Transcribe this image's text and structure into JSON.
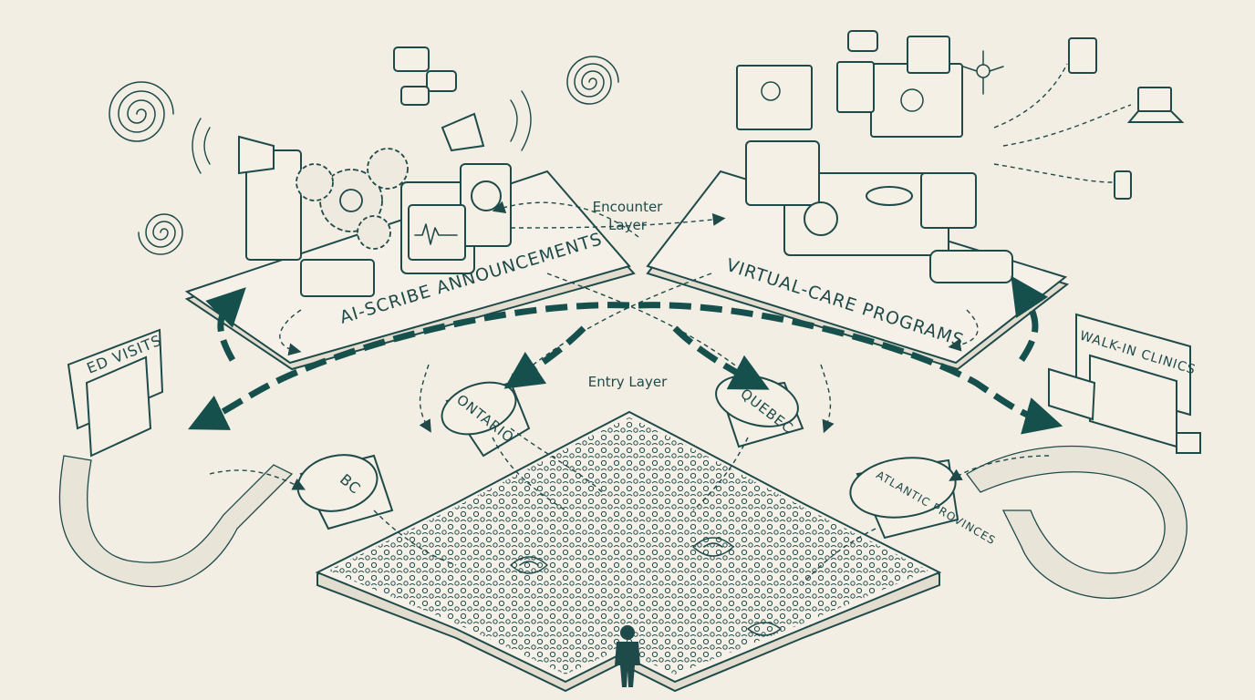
{
  "layers": {
    "encounter": "Encounter\nLayer",
    "entry": "Entry Layer"
  },
  "platforms": {
    "ai_scribe": "AI-SCRIBE ANNOUNCEMENTS",
    "virtual_care": "VIRTUAL-CARE PROGRAMS"
  },
  "gates": {
    "ed_visits": "ED VISITS",
    "walk_in": "WALK-IN CLINICS"
  },
  "pipes": {
    "ontario": "ONTARIO",
    "quebec": "QUEBEC",
    "bc": "BC",
    "atlantic": "ATLANTIC PROVINCES"
  },
  "colors": {
    "ink": "#1f4a4a",
    "paper": "#f2eee4",
    "arrow": "#16504d"
  },
  "icons": [
    "spiral-icon",
    "gear-icon",
    "megaphone-icon",
    "speech-bubble-icon",
    "monitor-icon",
    "laptop-icon",
    "phone-icon",
    "network-icon",
    "person-silhouette-icon"
  ]
}
